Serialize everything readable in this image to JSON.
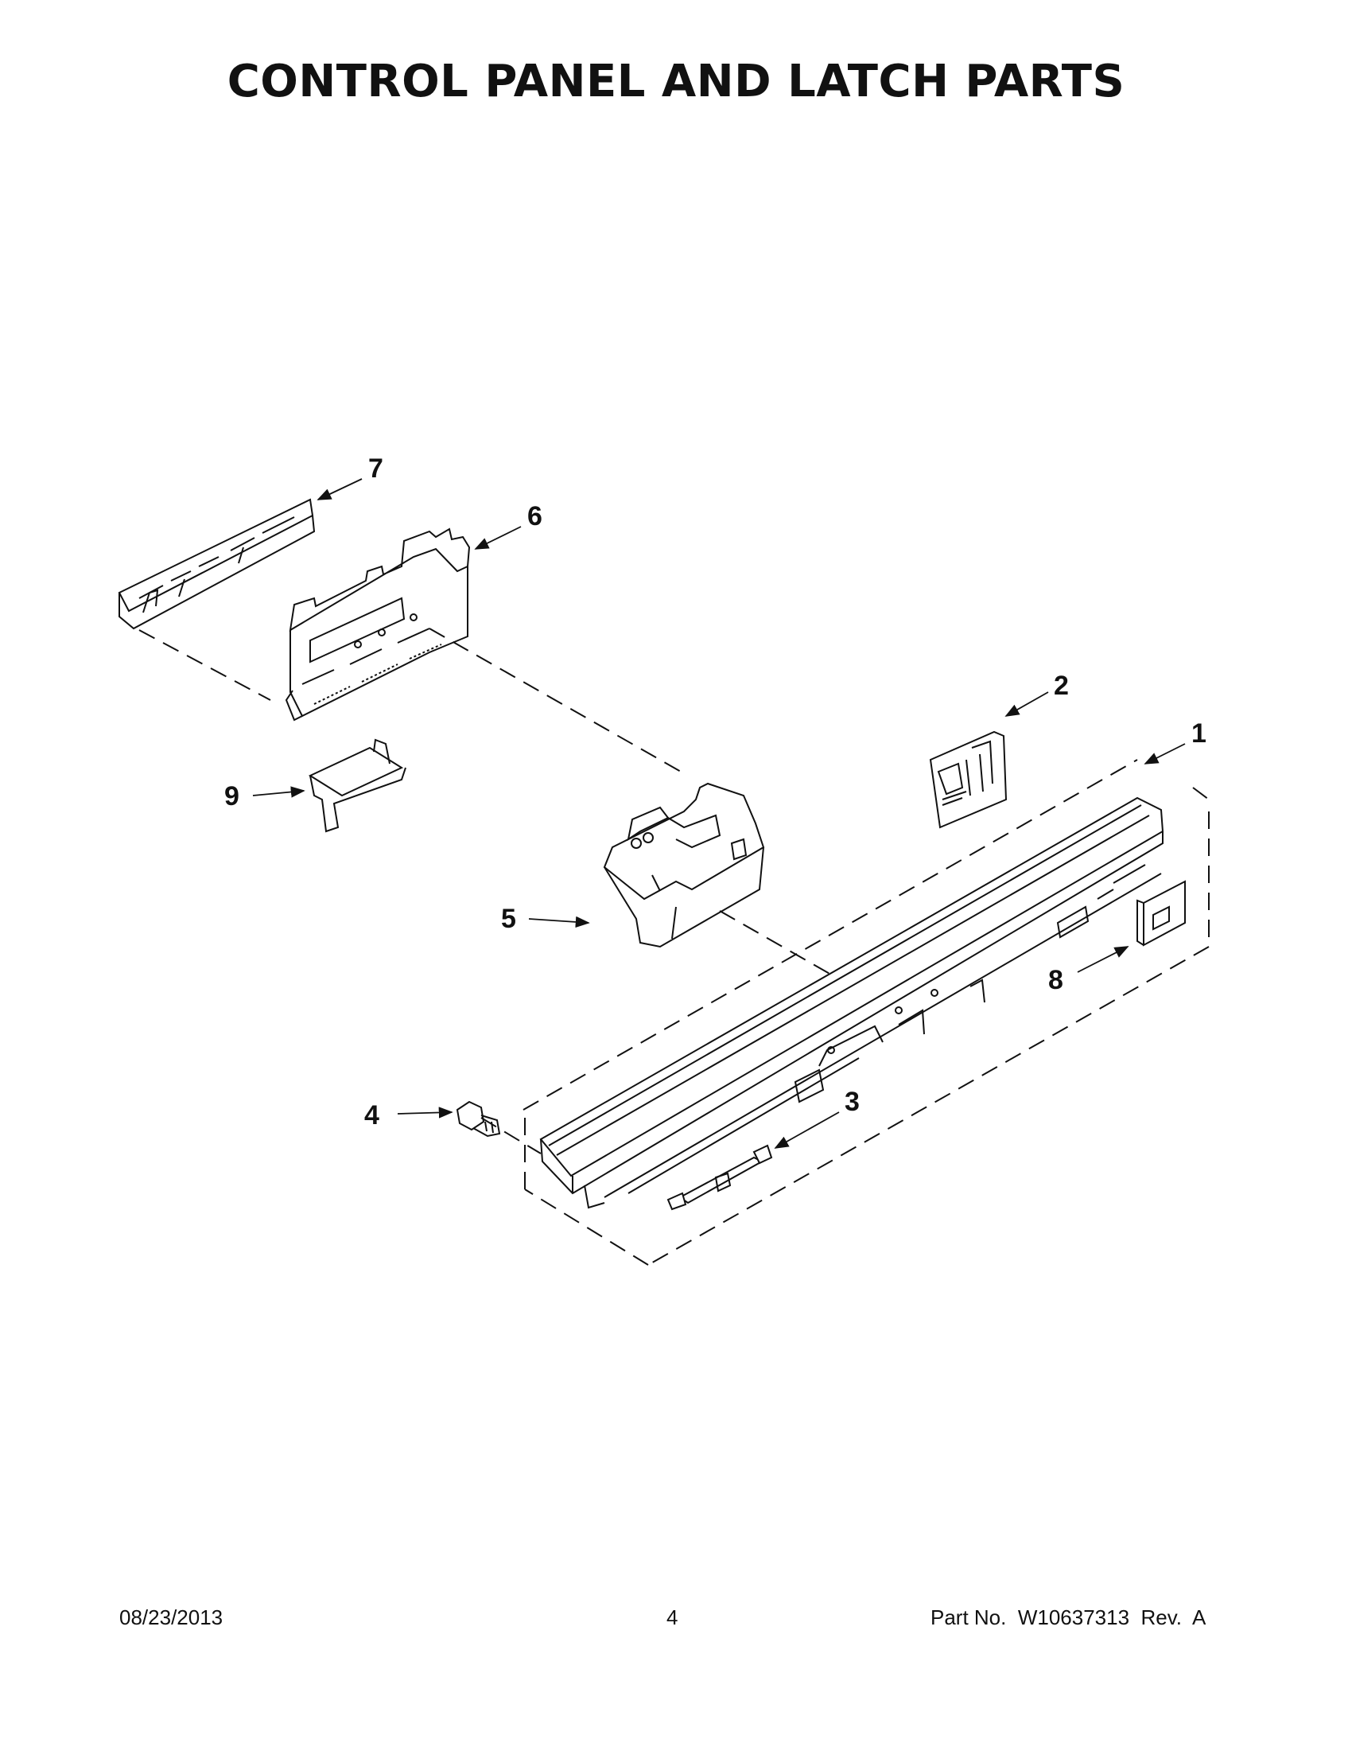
{
  "page": {
    "title": "CONTROL PANEL AND LATCH PARTS"
  },
  "callouts": {
    "c1": "1",
    "c2": "2",
    "c3": "3",
    "c4": "4",
    "c5": "5",
    "c6": "6",
    "c7": "7",
    "c8": "8",
    "c9": "9"
  },
  "footer": {
    "date": "08/23/2013",
    "page_number": "4",
    "part_number": "Part No.  W10637313  Rev.  A"
  }
}
